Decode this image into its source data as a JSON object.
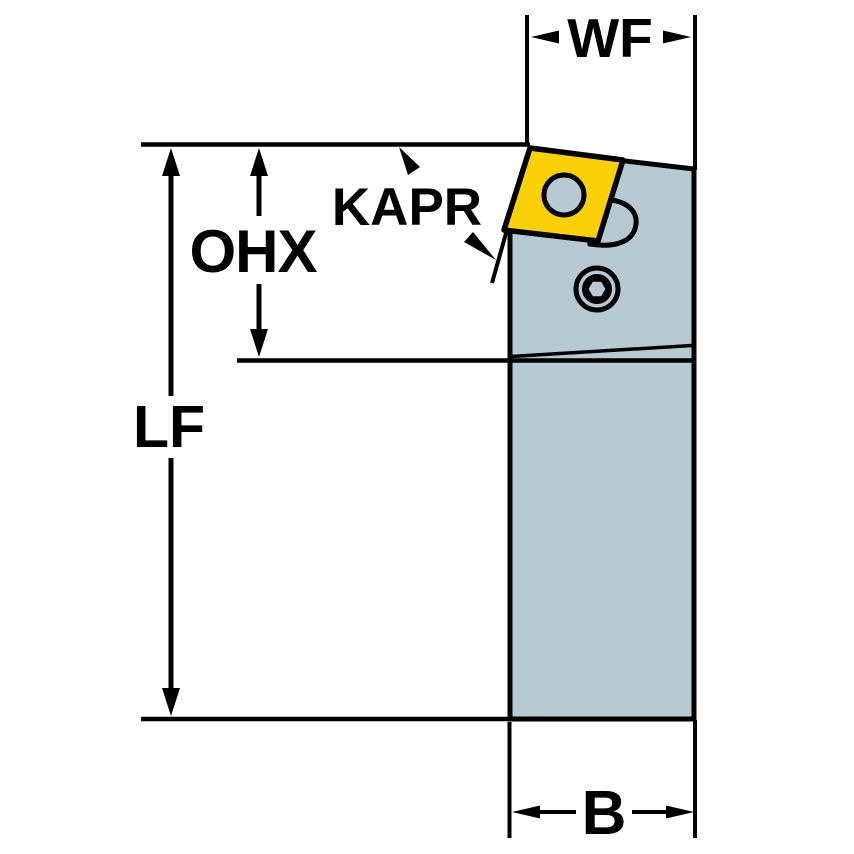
{
  "diagram": {
    "labels": {
      "wf": "WF",
      "kapr": "KAPR",
      "ohx": "OHX",
      "lf": "LF",
      "b": "B"
    },
    "colors": {
      "insert": "#FCD006",
      "body": "#B7C9D3",
      "line": "#000000",
      "background": "#FFFFFF"
    }
  }
}
